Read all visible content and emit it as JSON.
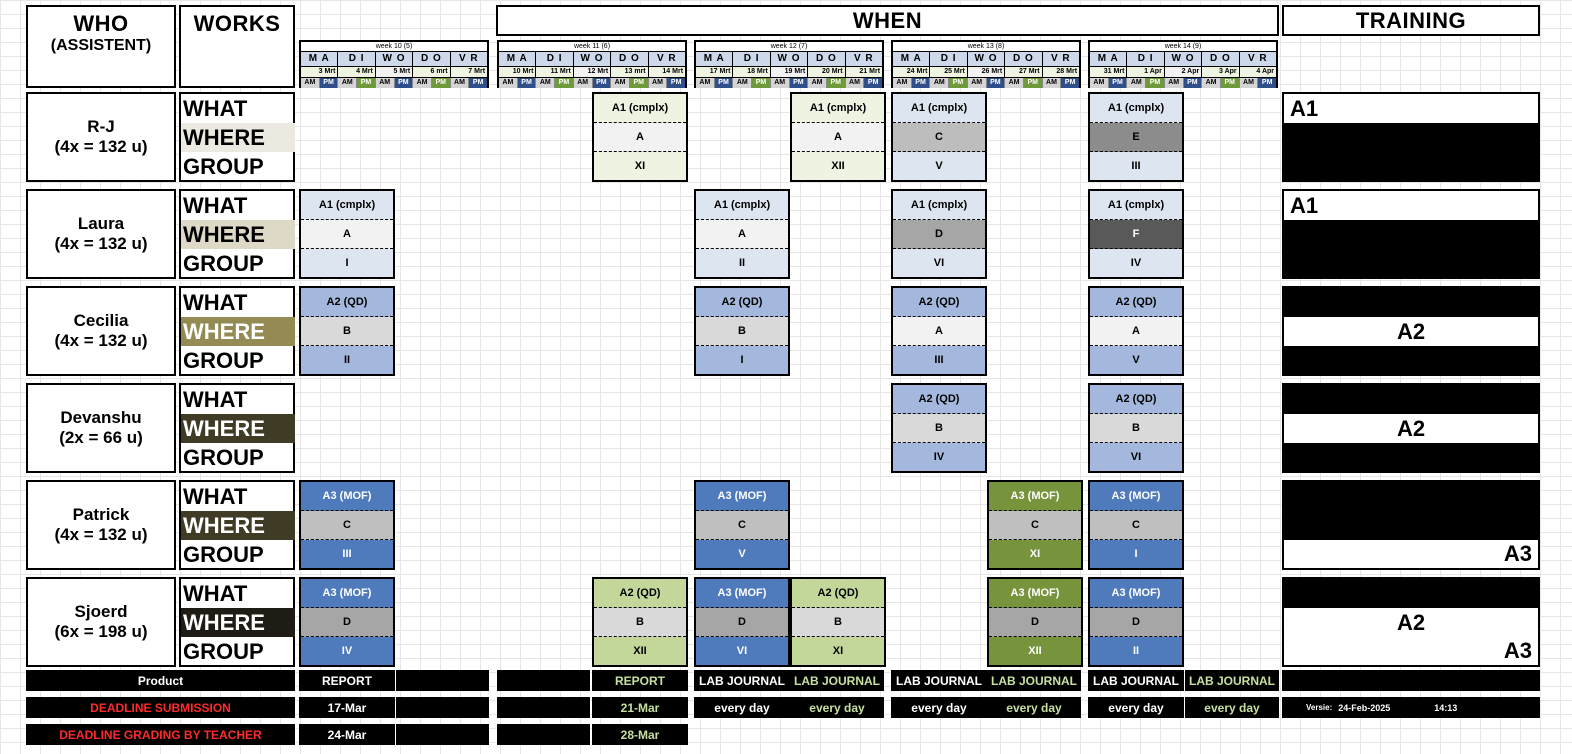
{
  "header": {
    "who_line1": "WHO",
    "who_line2": "(ASSISTENT)",
    "works": "WORKS",
    "when": "WHEN",
    "training": "TRAINING"
  },
  "days": [
    "M A",
    "D I",
    "W O",
    "D O",
    "V R"
  ],
  "am_label": "AM",
  "pm_label": "PM",
  "weeks": [
    {
      "title": "week 10 (5)",
      "dates": [
        "3 Mrt",
        "4 Mrt",
        "5 Mrt",
        "6 mrt",
        "7 Mrt"
      ]
    },
    {
      "title": "week 11 (6)",
      "dates": [
        "10 Mrt",
        "11 Mrt",
        "12 Mrt",
        "13 mrt",
        "14 Mrt"
      ]
    },
    {
      "title": "week 12 (7)",
      "dates": [
        "17 Mrt",
        "18 Mrt",
        "19 Mrt",
        "20 Mrt",
        "21 Mrt"
      ]
    },
    {
      "title": "week 13 (8)",
      "dates": [
        "24 Mrt",
        "25 Mrt",
        "26 Mrt",
        "27 Mrt",
        "28 Mrt"
      ]
    },
    {
      "title": "week 14 (9)",
      "dates": [
        "31 Mrt",
        "1 Apr",
        "2 Apr",
        "3 Apr",
        "4 Apr"
      ]
    }
  ],
  "row_labels": {
    "what": "WHAT",
    "where": "WHERE",
    "group": "GROUP"
  },
  "assistants": [
    {
      "name": "R-J",
      "units": "(4x = 132 u)",
      "where_color": "#ece9e1",
      "where_text_color": "#000000",
      "training": [
        {
          "text": "A1",
          "bg": "#ffffff",
          "align": "left"
        },
        {
          "text": "",
          "bg": "#000000"
        },
        {
          "text": "",
          "bg": "#000000"
        }
      ],
      "blocks": [
        {
          "col": 3,
          "what": "A1 (cmplx)",
          "where": "A",
          "group": "XI",
          "c1": "#eef3e2",
          "c2": "#f2f2f2",
          "c3": "#eef3e2"
        },
        {
          "col": 5,
          "what": "A1 (cmplx)",
          "where": "A",
          "group": "XII",
          "c1": "#eef3e2",
          "c2": "#f2f2f2",
          "c3": "#eef3e2"
        },
        {
          "col": 6,
          "what": "A1 (cmplx)",
          "where": "C",
          "group": "V",
          "c1": "#dde6f0",
          "c2": "#bdbdbd",
          "c3": "#dde6f0"
        },
        {
          "col": 8,
          "what": "A1 (cmplx)",
          "where": "E",
          "group": "III",
          "c1": "#dde6f0",
          "c2": "#8c8c8c",
          "c3": "#dde6f0"
        }
      ]
    },
    {
      "name": "Laura",
      "units": "(4x = 132 u)",
      "where_color": "#ddd9c6",
      "where_text_color": "#000000",
      "training": [
        {
          "text": "A1",
          "bg": "#ffffff",
          "align": "left"
        },
        {
          "text": "",
          "bg": "#000000"
        },
        {
          "text": "",
          "bg": "#000000"
        }
      ],
      "blocks": [
        {
          "col": 0,
          "what": "A1 (cmplx)",
          "where": "A",
          "group": "I",
          "c1": "#dde6f0",
          "c2": "#f2f2f2",
          "c3": "#dde6f0"
        },
        {
          "col": 4,
          "what": "A1 (cmplx)",
          "where": "A",
          "group": "II",
          "c1": "#dde6f0",
          "c2": "#f2f2f2",
          "c3": "#dde6f0"
        },
        {
          "col": 6,
          "what": "A1 (cmplx)",
          "where": "D",
          "group": "VI",
          "c1": "#dde6f0",
          "c2": "#a6a6a6",
          "c3": "#dde6f0"
        },
        {
          "col": 8,
          "what": "A1 (cmplx)",
          "where": "F",
          "group": "IV",
          "c1": "#dde6f0",
          "c2": "#595959",
          "c3": "#dde6f0",
          "t2": "#ffffff"
        }
      ]
    },
    {
      "name": "Cecilia",
      "units": "(4x = 132 u)",
      "where_color": "#948a54",
      "where_text_color": "#ffffff",
      "training": [
        {
          "text": "",
          "bg": "#000000"
        },
        {
          "text": "A2",
          "bg": "#ffffff",
          "align": "center"
        },
        {
          "text": "",
          "bg": "#000000"
        }
      ],
      "blocks": [
        {
          "col": 0,
          "what": "A2 (QD)",
          "where": "B",
          "group": "II",
          "c1": "#a3b8dc",
          "c2": "#d9d9d9",
          "c3": "#a3b8dc"
        },
        {
          "col": 4,
          "what": "A2 (QD)",
          "where": "B",
          "group": "I",
          "c1": "#a3b8dc",
          "c2": "#d9d9d9",
          "c3": "#a3b8dc"
        },
        {
          "col": 6,
          "what": "A2 (QD)",
          "where": "A",
          "group": "III",
          "c1": "#a3b8dc",
          "c2": "#f2f2f2",
          "c3": "#a3b8dc"
        },
        {
          "col": 8,
          "what": "A2 (QD)",
          "where": "A",
          "group": "V",
          "c1": "#a3b8dc",
          "c2": "#f2f2f2",
          "c3": "#a3b8dc"
        }
      ]
    },
    {
      "name": "Devanshu",
      "units": "(2x = 66 u)",
      "where_color": "#3f3b25",
      "where_text_color": "#ffffff",
      "training": [
        {
          "text": "",
          "bg": "#000000"
        },
        {
          "text": "A2",
          "bg": "#ffffff",
          "align": "center"
        },
        {
          "text": "",
          "bg": "#000000"
        }
      ],
      "blocks": [
        {
          "col": 6,
          "what": "A2 (QD)",
          "where": "B",
          "group": "IV",
          "c1": "#a3b8dc",
          "c2": "#d9d9d9",
          "c3": "#a3b8dc"
        },
        {
          "col": 8,
          "what": "A2 (QD)",
          "where": "B",
          "group": "VI",
          "c1": "#a3b8dc",
          "c2": "#d9d9d9",
          "c3": "#a3b8dc"
        }
      ]
    },
    {
      "name": "Patrick",
      "units": "(4x = 132 u)",
      "where_color": "#3f3b25",
      "where_text_color": "#ffffff",
      "training": [
        {
          "text": "",
          "bg": "#000000"
        },
        {
          "text": "",
          "bg": "#000000"
        },
        {
          "text": "A3",
          "bg": "#ffffff",
          "align": "right"
        }
      ],
      "blocks": [
        {
          "col": 0,
          "what": "A3 (MOF)",
          "where": "C",
          "group": "III",
          "c1": "#4f7bbd",
          "c2": "#bfbfbf",
          "c3": "#4f7bbd",
          "t1": "#ffffff",
          "t3": "#ffffff"
        },
        {
          "col": 4,
          "what": "A3 (MOF)",
          "where": "C",
          "group": "V",
          "c1": "#4f7bbd",
          "c2": "#bfbfbf",
          "c3": "#4f7bbd",
          "t1": "#ffffff",
          "t3": "#ffffff"
        },
        {
          "col": 7,
          "what": "A3 (MOF)",
          "where": "C",
          "group": "XI",
          "c1": "#77933c",
          "c2": "#bfbfbf",
          "c3": "#77933c",
          "t1": "#ffffff",
          "t3": "#ffffff"
        },
        {
          "col": 8,
          "what": "A3 (MOF)",
          "where": "C",
          "group": "I",
          "c1": "#4f7bbd",
          "c2": "#bfbfbf",
          "c3": "#4f7bbd",
          "t1": "#ffffff",
          "t3": "#ffffff"
        }
      ]
    },
    {
      "name": "Sjoerd",
      "units": "(6x = 198 u)",
      "where_color": "#1e1c14",
      "where_text_color": "#ffffff",
      "training": [
        {
          "text": "",
          "bg": "#000000"
        },
        {
          "text": "A2",
          "bg": "#ffffff",
          "align": "center"
        },
        {
          "text": "A3",
          "bg": "#ffffff",
          "align": "right"
        }
      ],
      "blocks": [
        {
          "col": 0,
          "what": "A3 (MOF)",
          "where": "D",
          "group": "IV",
          "c1": "#4f7bbd",
          "c2": "#a6a6a6",
          "c3": "#4f7bbd",
          "t1": "#ffffff",
          "t3": "#ffffff"
        },
        {
          "col": 3,
          "what": "A2 (QD)",
          "where": "B",
          "group": "XII",
          "c1": "#c4d79b",
          "c2": "#d9d9d9",
          "c3": "#c4d79b"
        },
        {
          "col": 4,
          "what": "A3 (MOF)",
          "where": "D",
          "group": "VI",
          "c1": "#4f7bbd",
          "c2": "#a6a6a6",
          "c3": "#4f7bbd",
          "t1": "#ffffff",
          "t3": "#ffffff"
        },
        {
          "col": 5,
          "what": "A2 (QD)",
          "where": "B",
          "group": "XI",
          "c1": "#c4d79b",
          "c2": "#d9d9d9",
          "c3": "#c4d79b"
        },
        {
          "col": 7,
          "what": "A3 (MOF)",
          "where": "D",
          "group": "XII",
          "c1": "#77933c",
          "c2": "#a6a6a6",
          "c3": "#77933c",
          "t1": "#ffffff",
          "t3": "#ffffff"
        },
        {
          "col": 8,
          "what": "A3 (MOF)",
          "where": "D",
          "group": "II",
          "c1": "#4f7bbd",
          "c2": "#a6a6a6",
          "c3": "#4f7bbd",
          "t1": "#ffffff",
          "t3": "#ffffff"
        }
      ]
    }
  ],
  "footer": {
    "product_label": "Product",
    "deadline_submission_label": "DEADLINE SUBMISSION",
    "deadline_grading_label": "DEADLINE GRADING BY TEACHER",
    "product": [
      "REPORT",
      "",
      "",
      "REPORT",
      "LAB JOURNAL",
      "LAB JOURNAL",
      "LAB JOURNAL",
      "LAB JOURNAL",
      "LAB JOURNAL",
      "LAB JOURNAL"
    ],
    "product_colors": [
      "#ffffff",
      "#ffffff",
      "#ffffff",
      "#c6e0a0",
      "#ffffff",
      "#c6e0a0",
      "#ffffff",
      "#c6e0a0",
      "#ffffff",
      "#c6e0a0"
    ],
    "submission": [
      "17-Mar",
      "",
      "",
      "21-Mar",
      "every day",
      "every day",
      "every day",
      "every day",
      "every day",
      "every day"
    ],
    "grading": [
      "24-Mar",
      "",
      "",
      "28-Mar"
    ],
    "version_label": "Versie:",
    "version_date": "24-Feb-2025",
    "version_time": "14:13"
  }
}
